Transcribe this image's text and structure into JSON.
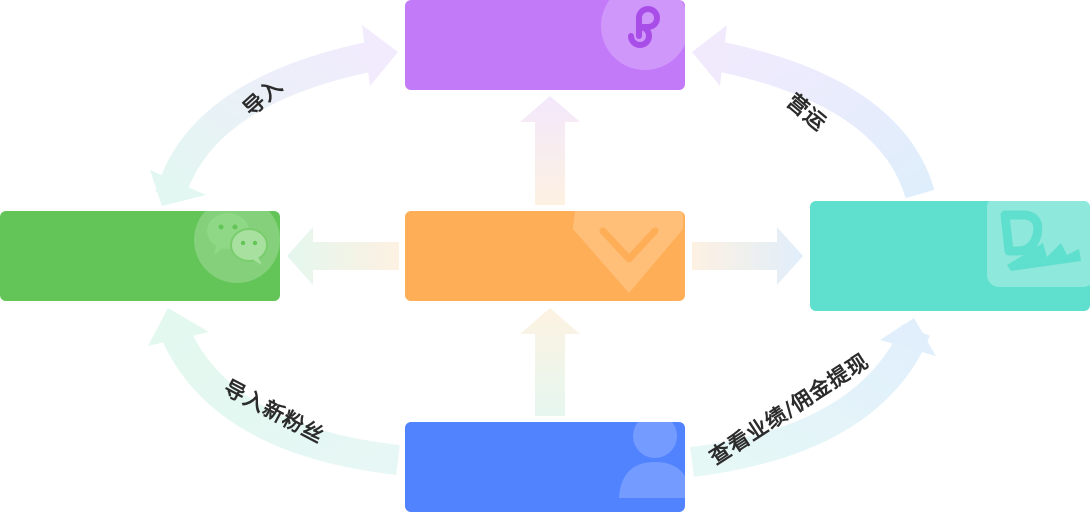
{
  "labels": {
    "import": "导入",
    "operate": "营运",
    "import_new_fans": "导入新粉丝",
    "view_performance": "查看业绩/佣金提现"
  },
  "colors": {
    "mini_program": "#c37af9",
    "wechat": "#63c457",
    "center": "#ffae58",
    "platform": "#5fdfcd",
    "user": "#5283fe",
    "label_text": "#2b2b2b"
  },
  "icons": {
    "mini_program": "mini-program-icon",
    "wechat": "wechat-icon",
    "center": "chevron-down-icon",
    "platform": "dn-logo-icon",
    "user": "user-icon"
  }
}
